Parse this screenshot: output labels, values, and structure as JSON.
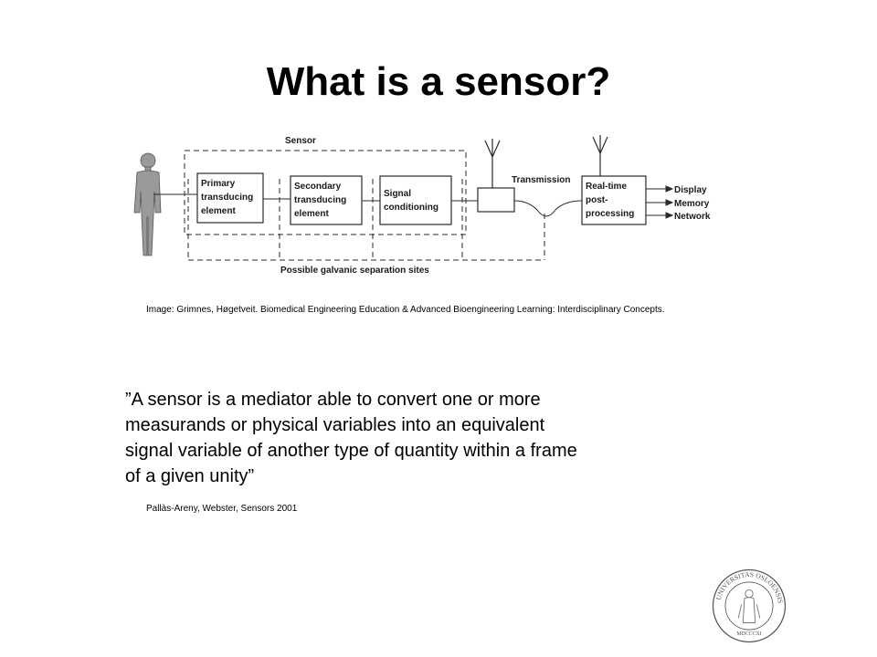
{
  "slide": {
    "title": "What is a sensor?",
    "caption": "Image: Grimnes, Høgetveit. Biomedical Engineering Education & Advanced Bioengineering Learning: Interdisciplinary Concepts.",
    "quote_lines": [
      "”A sensor is a mediator able to convert one or more",
      "measurands or physical variables into an equivalent",
      "signal variable of another type of quantity within a frame",
      "of a given unity”"
    ],
    "citation": "Pallàs-Areny, Webster, Sensors 2001"
  },
  "diagram": {
    "sensor_label": "Sensor",
    "primary_lines": [
      "Primary",
      "transducing",
      "element"
    ],
    "secondary_lines": [
      "Secondary",
      "transducing",
      "element"
    ],
    "signal_lines": [
      "Signal",
      "conditioning"
    ],
    "transmission_label": "Transmission",
    "realtime_lines": [
      "Real-time",
      "post-",
      "processing"
    ],
    "outputs": [
      "Display",
      "Memory",
      "Network"
    ],
    "galvanic_label": "Possible galvanic separation sites"
  },
  "seal": {
    "ring_text": "UNIVERSITAS OSLOENSIS",
    "year_text": "MDCCCXI"
  },
  "colors": {
    "text": "#000000",
    "diagram_line": "#2a2a2a",
    "figure_fill": "#9a9a9a",
    "seal_line": "#555555"
  }
}
